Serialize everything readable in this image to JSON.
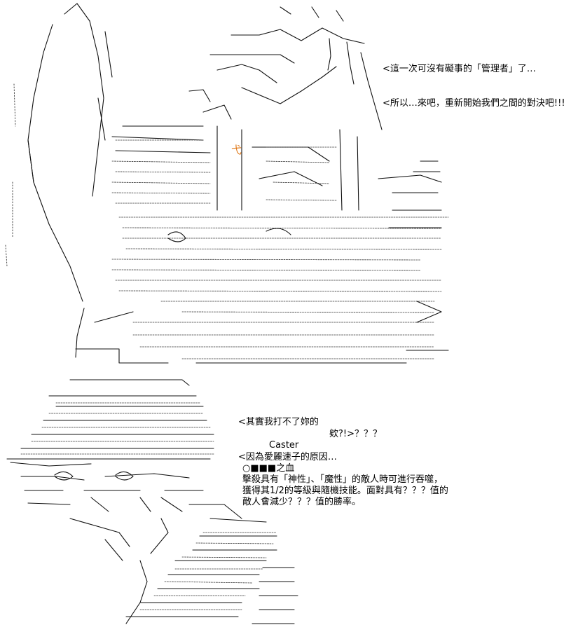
{
  "upper_dialogue": [
    "<這一次可沒有礙事的「管理者」了…",
    "<所以…來吧，重新開始我們之間的對決吧!!!"
  ],
  "lower_dialogue": {
    "line1": "<其實我打不了妳的",
    "line2": "欸?!>？？？",
    "speaker": "Caster",
    "line3": "<因為愛麗速子的原因…",
    "skill_name": "○■■■之血",
    "skill_desc": [
      "擊殺具有「神性」、「魔性」的敵人時可進行吞噬，",
      "獲得其1/2的等級與隨機技能。面對具有？？？值的",
      "敵人會減少？？？值的勝率。"
    ]
  },
  "accent_glyph": "弋",
  "colors": {
    "ink": "#111111",
    "accent": "#e07a1a"
  }
}
